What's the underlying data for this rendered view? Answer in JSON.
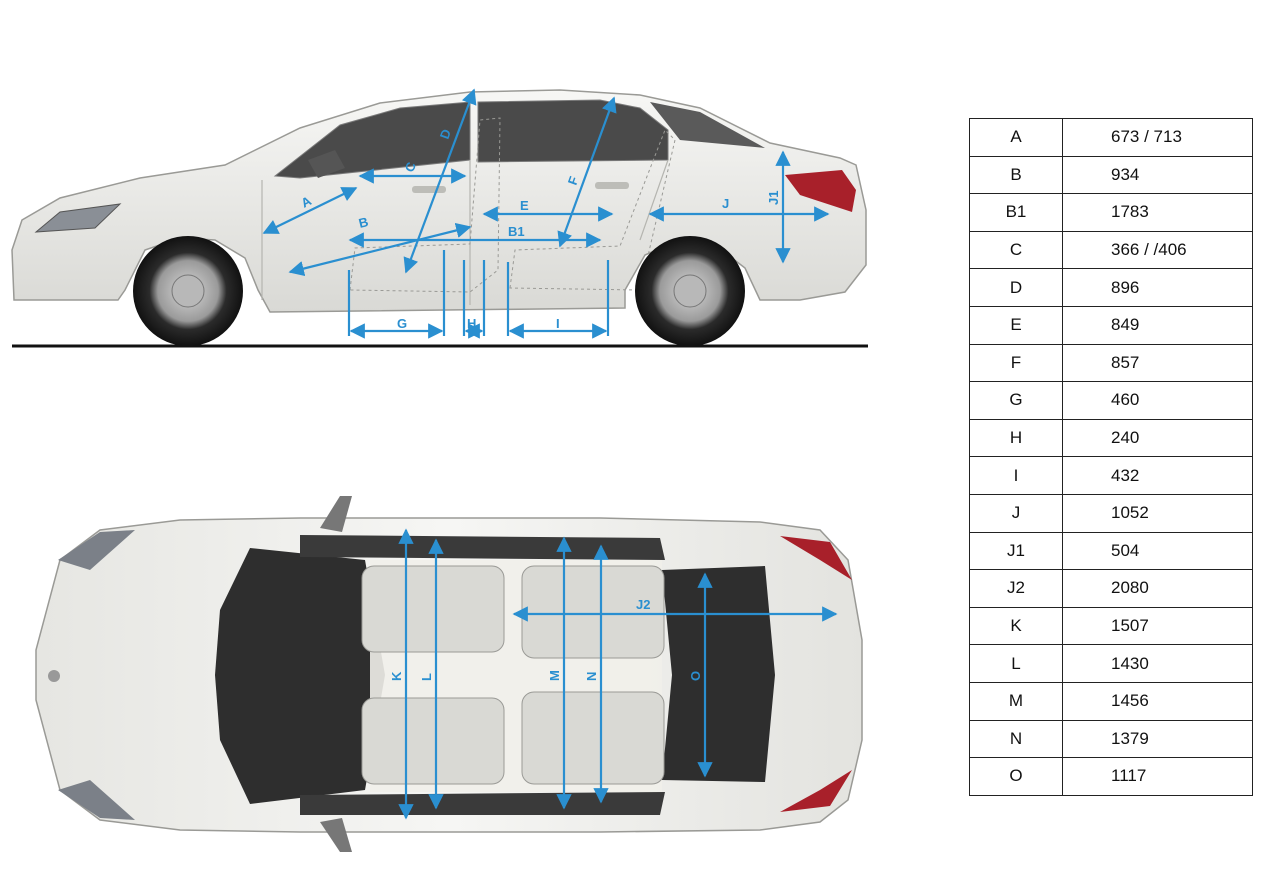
{
  "palette": {
    "dimension_line": "#2a8fd0",
    "car_body": "#e9e9e6",
    "glass": "#3c3c3c",
    "tail_light": "#a8202a",
    "ground": "#111111",
    "table_border": "#222222"
  },
  "side_labels": {
    "A": "A",
    "B": "B",
    "B1": "B1",
    "C": "C",
    "D": "D",
    "E": "E",
    "F": "F",
    "G": "G",
    "H": "H",
    "I": "I",
    "J": "J",
    "J1": "J1"
  },
  "top_labels": {
    "J2": "J2",
    "K": "K",
    "L": "L",
    "M": "M",
    "N": "N",
    "O": "O"
  },
  "dimensions": [
    {
      "key": "A",
      "value": "673 / 713"
    },
    {
      "key": "B",
      "value": "934"
    },
    {
      "key": "B1",
      "value": "1783"
    },
    {
      "key": "C",
      "value": "366 / /406"
    },
    {
      "key": "D",
      "value": "896"
    },
    {
      "key": "E",
      "value": "849"
    },
    {
      "key": "F",
      "value": "857"
    },
    {
      "key": "G",
      "value": "460"
    },
    {
      "key": "H",
      "value": "240"
    },
    {
      "key": "I",
      "value": "432"
    },
    {
      "key": "J",
      "value": "1052"
    },
    {
      "key": "J1",
      "value": "504"
    },
    {
      "key": "J2",
      "value": "2080"
    },
    {
      "key": "K",
      "value": "1507"
    },
    {
      "key": "L",
      "value": "1430"
    },
    {
      "key": "M",
      "value": "1456"
    },
    {
      "key": "N",
      "value": "1379"
    },
    {
      "key": "O",
      "value": "1117"
    }
  ]
}
